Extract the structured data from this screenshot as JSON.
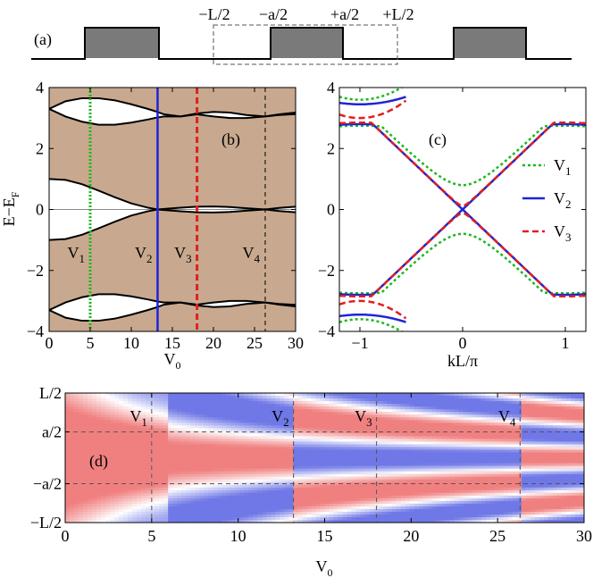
{
  "panel_labels": {
    "a": "(a)",
    "b": "(b)",
    "c": "(c)",
    "d": "(d)"
  },
  "colors": {
    "band_fill": "#c8a98f",
    "V1": "#1db81d",
    "V2": "#1f24d6",
    "V3": "#e01f1f",
    "V4": "#000000",
    "map_positive": "#f08080",
    "map_negative": "#6f78e6",
    "map_zero": "#ffffff",
    "barrier": "#7a7a7a"
  },
  "chart_data": [
    {
      "id": "a",
      "type": "diagram",
      "description_labels": [
        "−L/2",
        "−a/2",
        "+a/2",
        "+L/2"
      ]
    },
    {
      "id": "b",
      "type": "line",
      "xlabel": "V",
      "xlabel_sub": "0",
      "ylabel": "E−E",
      "ylabel_sub": "F",
      "xlim": [
        0,
        30
      ],
      "ylim": [
        -4,
        4
      ],
      "xticks": [
        0,
        5,
        10,
        15,
        20,
        25,
        30
      ],
      "yticks": [
        -4,
        -2,
        0,
        2,
        4
      ],
      "band_edges": {
        "x": [
          0,
          2,
          4,
          6,
          8,
          10,
          12,
          13.2,
          14,
          16,
          18,
          20,
          22,
          24,
          26.3,
          28,
          30
        ],
        "band1_upper": [
          1.0,
          0.97,
          0.83,
          0.62,
          0.4,
          0.2,
          0.06,
          0,
          0.02,
          0.06,
          0.09,
          0.1,
          0.08,
          0.04,
          0,
          0.05,
          0.09
        ],
        "band1_lower": [
          -1.0,
          -0.97,
          -0.83,
          -0.62,
          -0.4,
          -0.2,
          -0.06,
          0,
          -0.02,
          -0.06,
          -0.09,
          -0.1,
          -0.08,
          -0.04,
          0,
          -0.05,
          -0.09
        ],
        "band2_upper": [
          3.3,
          3.55,
          3.65,
          3.65,
          3.58,
          3.45,
          3.3,
          3.2,
          3.12,
          3.05,
          3.15,
          3.2,
          3.18,
          3.1,
          3.05,
          3.12,
          3.18
        ],
        "band2_lower": [
          3.3,
          3.05,
          2.88,
          2.78,
          2.78,
          2.85,
          2.95,
          3.02,
          3.05,
          3.05,
          3.12,
          3.05,
          3.0,
          3.0,
          3.05,
          3.1,
          3.13
        ],
        "band3_upper": [
          -3.3,
          -3.05,
          -2.88,
          -2.78,
          -2.78,
          -2.85,
          -2.95,
          -3.02,
          -3.05,
          -3.05,
          -3.12,
          -3.05,
          -3.0,
          -3.0,
          -3.05,
          -3.1,
          -3.13
        ],
        "band3_lower": [
          -3.3,
          -3.55,
          -3.65,
          -3.65,
          -3.58,
          -3.45,
          -3.3,
          -3.2,
          -3.12,
          -3.05,
          -3.15,
          -3.2,
          -3.18,
          -3.1,
          -3.05,
          -3.12,
          -3.18
        ]
      },
      "markers": [
        {
          "name": "V",
          "sub": "1",
          "x": 5
        },
        {
          "name": "V",
          "sub": "2",
          "x": 13.2
        },
        {
          "name": "V",
          "sub": "3",
          "x": 18
        },
        {
          "name": "V",
          "sub": "4",
          "x": 26.3
        }
      ]
    },
    {
      "id": "c",
      "type": "line",
      "xlabel": "kL/π",
      "xlim": [
        -1.2,
        1.2
      ],
      "ylim": [
        -4,
        4
      ],
      "xticks": [
        -1,
        0,
        1
      ],
      "yticks": [
        -4,
        -2,
        0,
        2,
        4
      ],
      "legend": [
        {
          "name": "V",
          "sub": "1",
          "style": "dotted"
        },
        {
          "name": "V",
          "sub": "2",
          "style": "solid"
        },
        {
          "name": "V",
          "sub": "3",
          "style": "dashed"
        }
      ],
      "legend_position": "right",
      "series": [
        {
          "name": "V1",
          "gap": 0.8,
          "slope": 3.3,
          "kmax": 2.75,
          "upper_edge": 3.9,
          "upper_min": 3.6
        },
        {
          "name": "V2",
          "gap": 0.0,
          "slope": 3.2,
          "kmax": 2.8,
          "upper_edge": 3.6,
          "upper_min": 3.45
        },
        {
          "name": "V3",
          "gap": 0.12,
          "slope": 3.2,
          "kmax": 2.85,
          "upper_edge": 3.35,
          "upper_min": 3.0
        }
      ]
    },
    {
      "id": "d",
      "type": "heatmap",
      "xlabel": "V",
      "xlabel_sub": "0",
      "xlim": [
        0,
        30
      ],
      "xticks": [
        0,
        5,
        10,
        15,
        20,
        25,
        30
      ],
      "ytick_labels": [
        "L/2",
        "a/2",
        "−a/2",
        "−L/2"
      ],
      "transitions": [
        13.2,
        26.3
      ],
      "markers": [
        {
          "name": "V",
          "sub": "1",
          "x": 5
        },
        {
          "name": "V",
          "sub": "2",
          "x": 13.2
        },
        {
          "name": "V",
          "sub": "3",
          "x": 18
        },
        {
          "name": "V",
          "sub": "4",
          "x": 26.3
        }
      ]
    }
  ]
}
